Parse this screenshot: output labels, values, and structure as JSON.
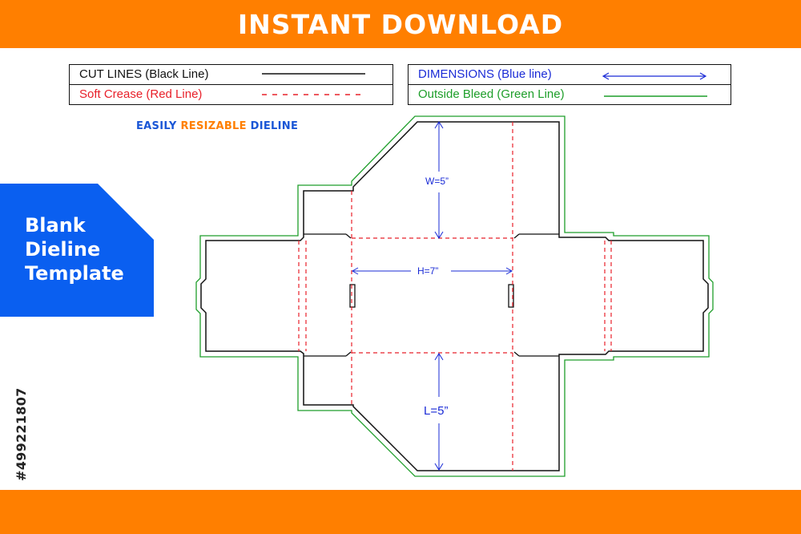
{
  "banner": {
    "title": "INSTANT DOWNLOAD"
  },
  "legend": {
    "cut_lines": "CUT LINES (Black Line)",
    "soft_crease": "Soft Crease (Red Line)",
    "dimensions": "DIMENSIONS (Blue line)",
    "outside_bleed": "Outside Bleed (Green Line)"
  },
  "tagline": {
    "part1": "EASILY",
    "part2": "RESIZABLE",
    "part3": "DIELINE"
  },
  "badge": {
    "line1": "Blank",
    "line2": "Dieline",
    "line3": "Template"
  },
  "stock_id": "#499221807",
  "dimensions": {
    "width": "W=5”",
    "height": "H=7”",
    "length": "L=5”"
  },
  "colors": {
    "orange": "#ff7f00",
    "blue_badge": "#0a5ff0",
    "cut": "#111111",
    "crease": "#e8202a",
    "dimension": "#1a2bd6",
    "bleed": "#1e9e2a"
  }
}
